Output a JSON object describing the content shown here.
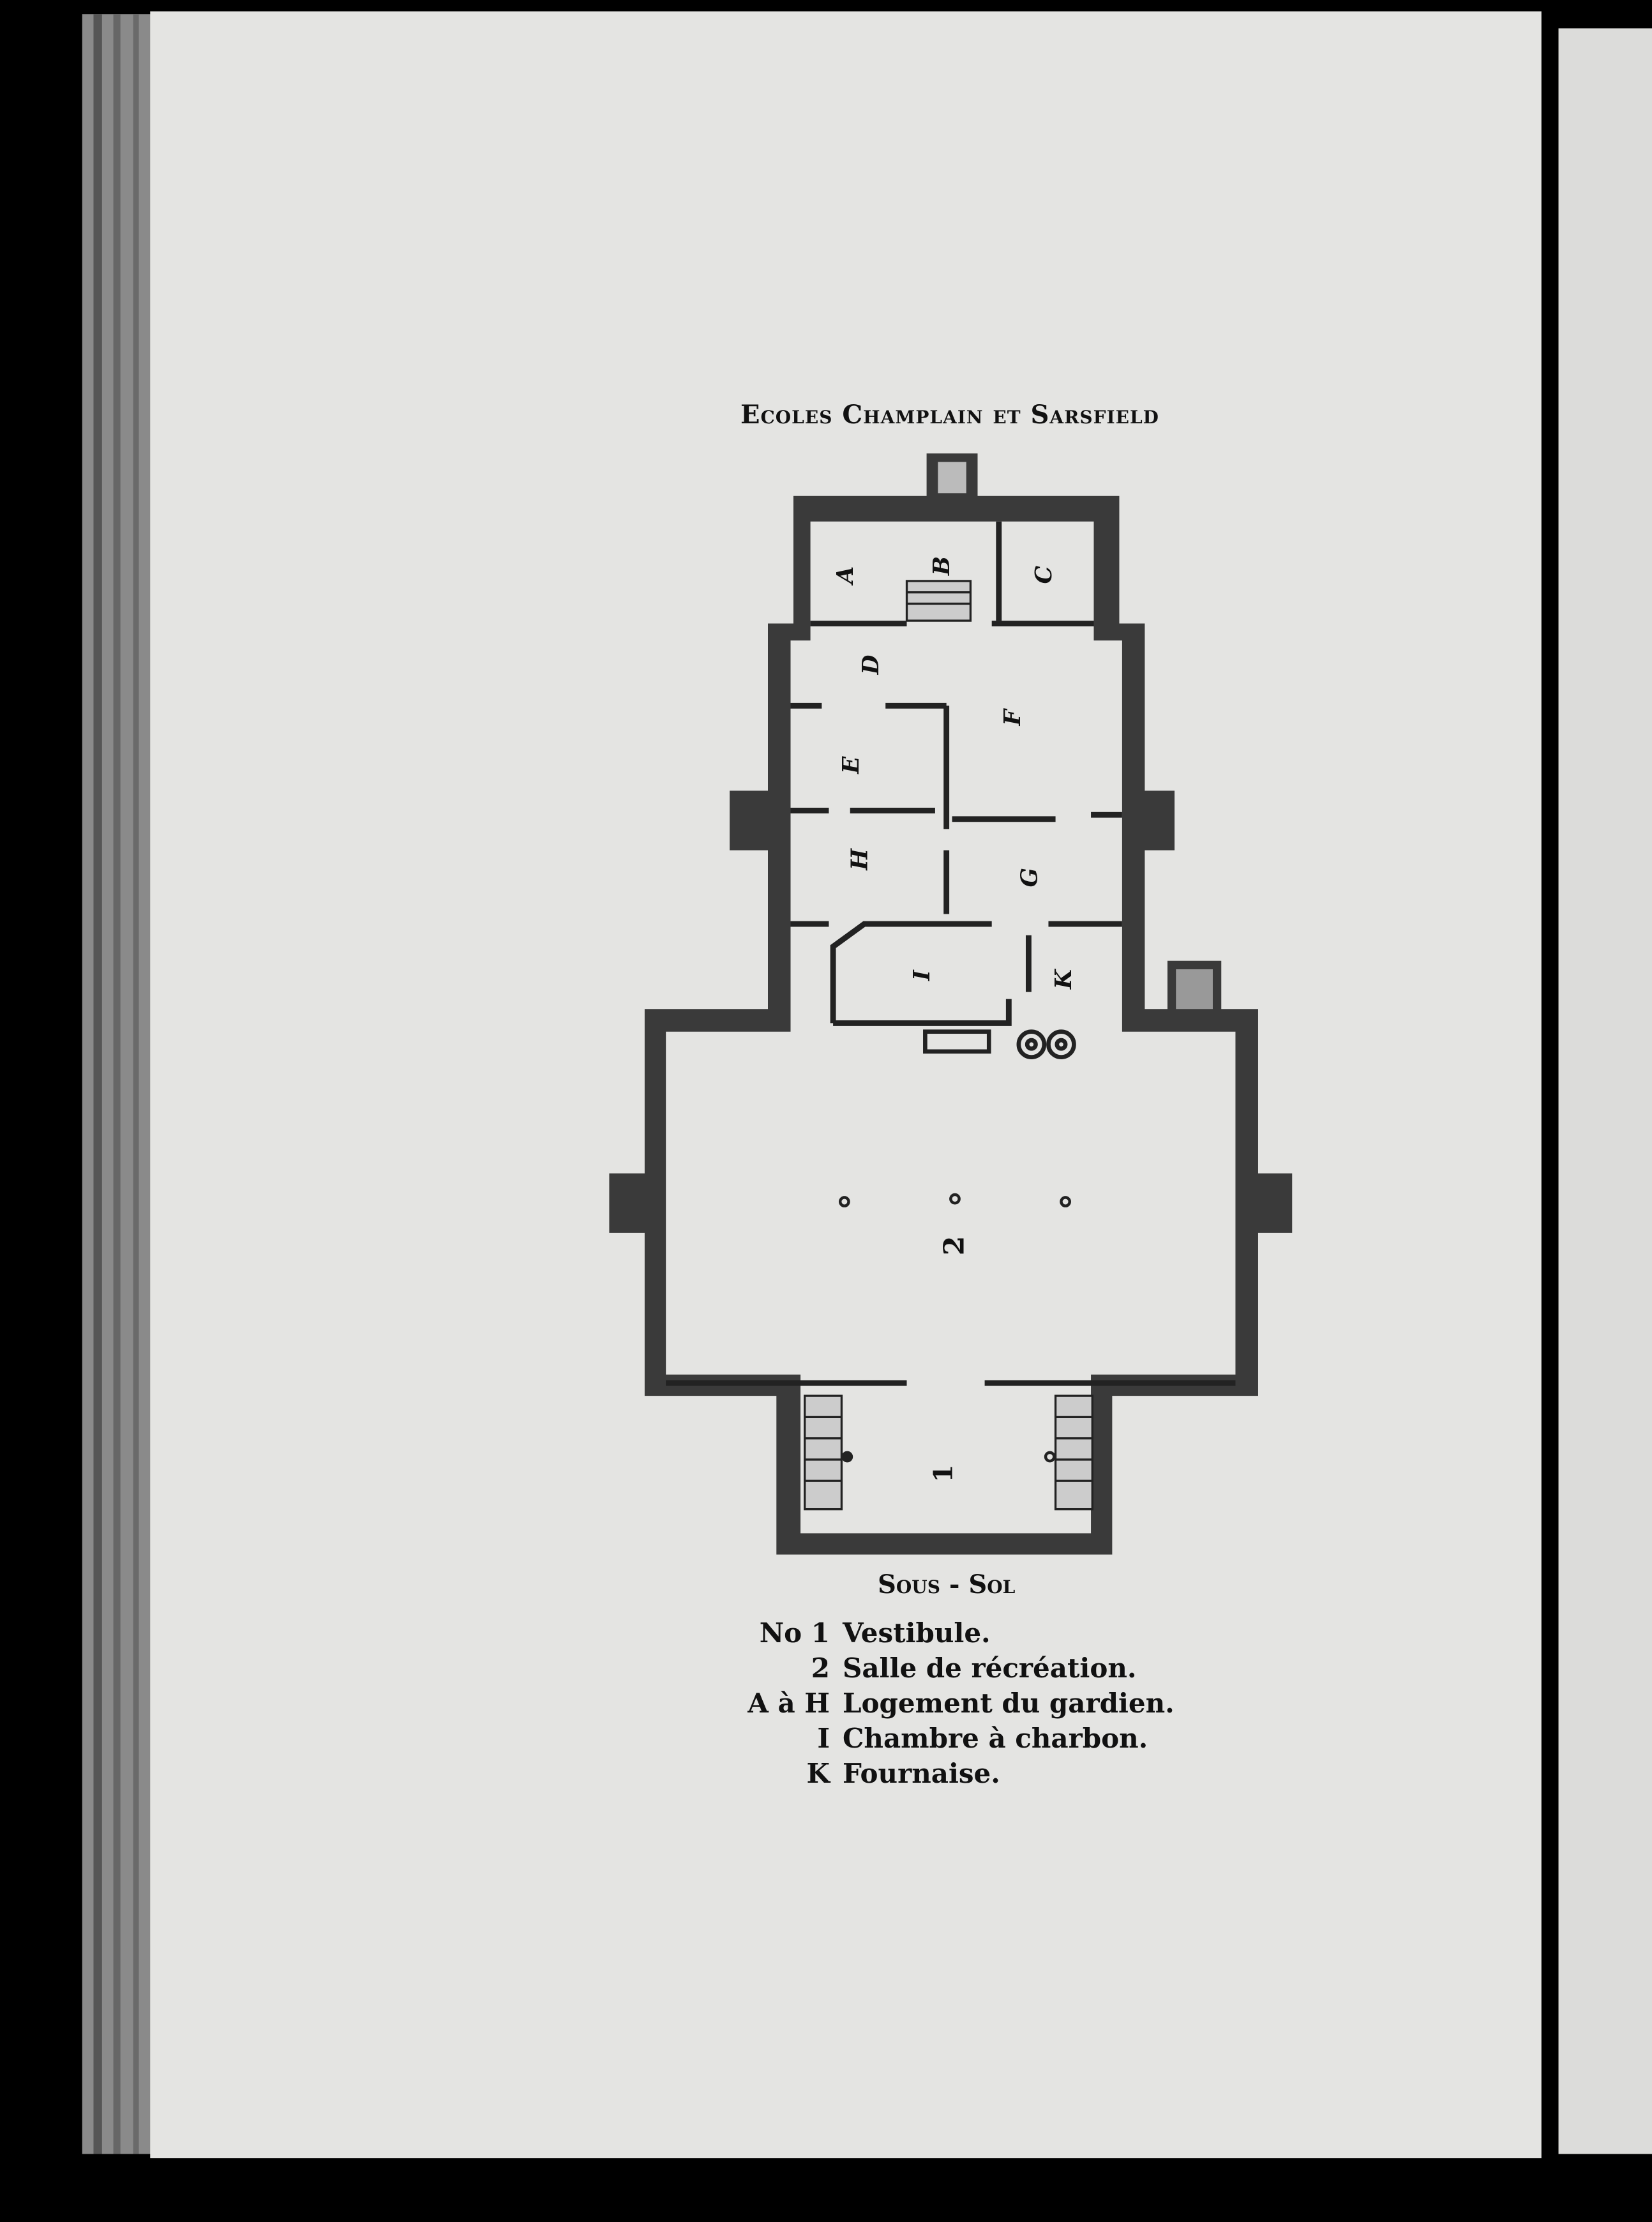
{
  "title": "Ecoles Champlain et Sarsfield",
  "plan": {
    "room_labels": [
      "A",
      "B",
      "C",
      "D",
      "E",
      "F",
      "H",
      "G",
      "I",
      "K"
    ],
    "number_labels": [
      "1",
      "2"
    ]
  },
  "caption": "Sous - Sol",
  "legend": [
    {
      "key": "No 1",
      "text": "Vestibule."
    },
    {
      "key": "2",
      "text": "Salle de récréation."
    },
    {
      "key": "A à H",
      "text": "Logement du gardien."
    },
    {
      "key": "I",
      "text": "Chambre à charbon."
    },
    {
      "key": "K",
      "text": "Fournaise."
    }
  ],
  "colors": {
    "page": "#e4e4e2",
    "ink": "#111111",
    "wall": "#3a3a3a"
  }
}
